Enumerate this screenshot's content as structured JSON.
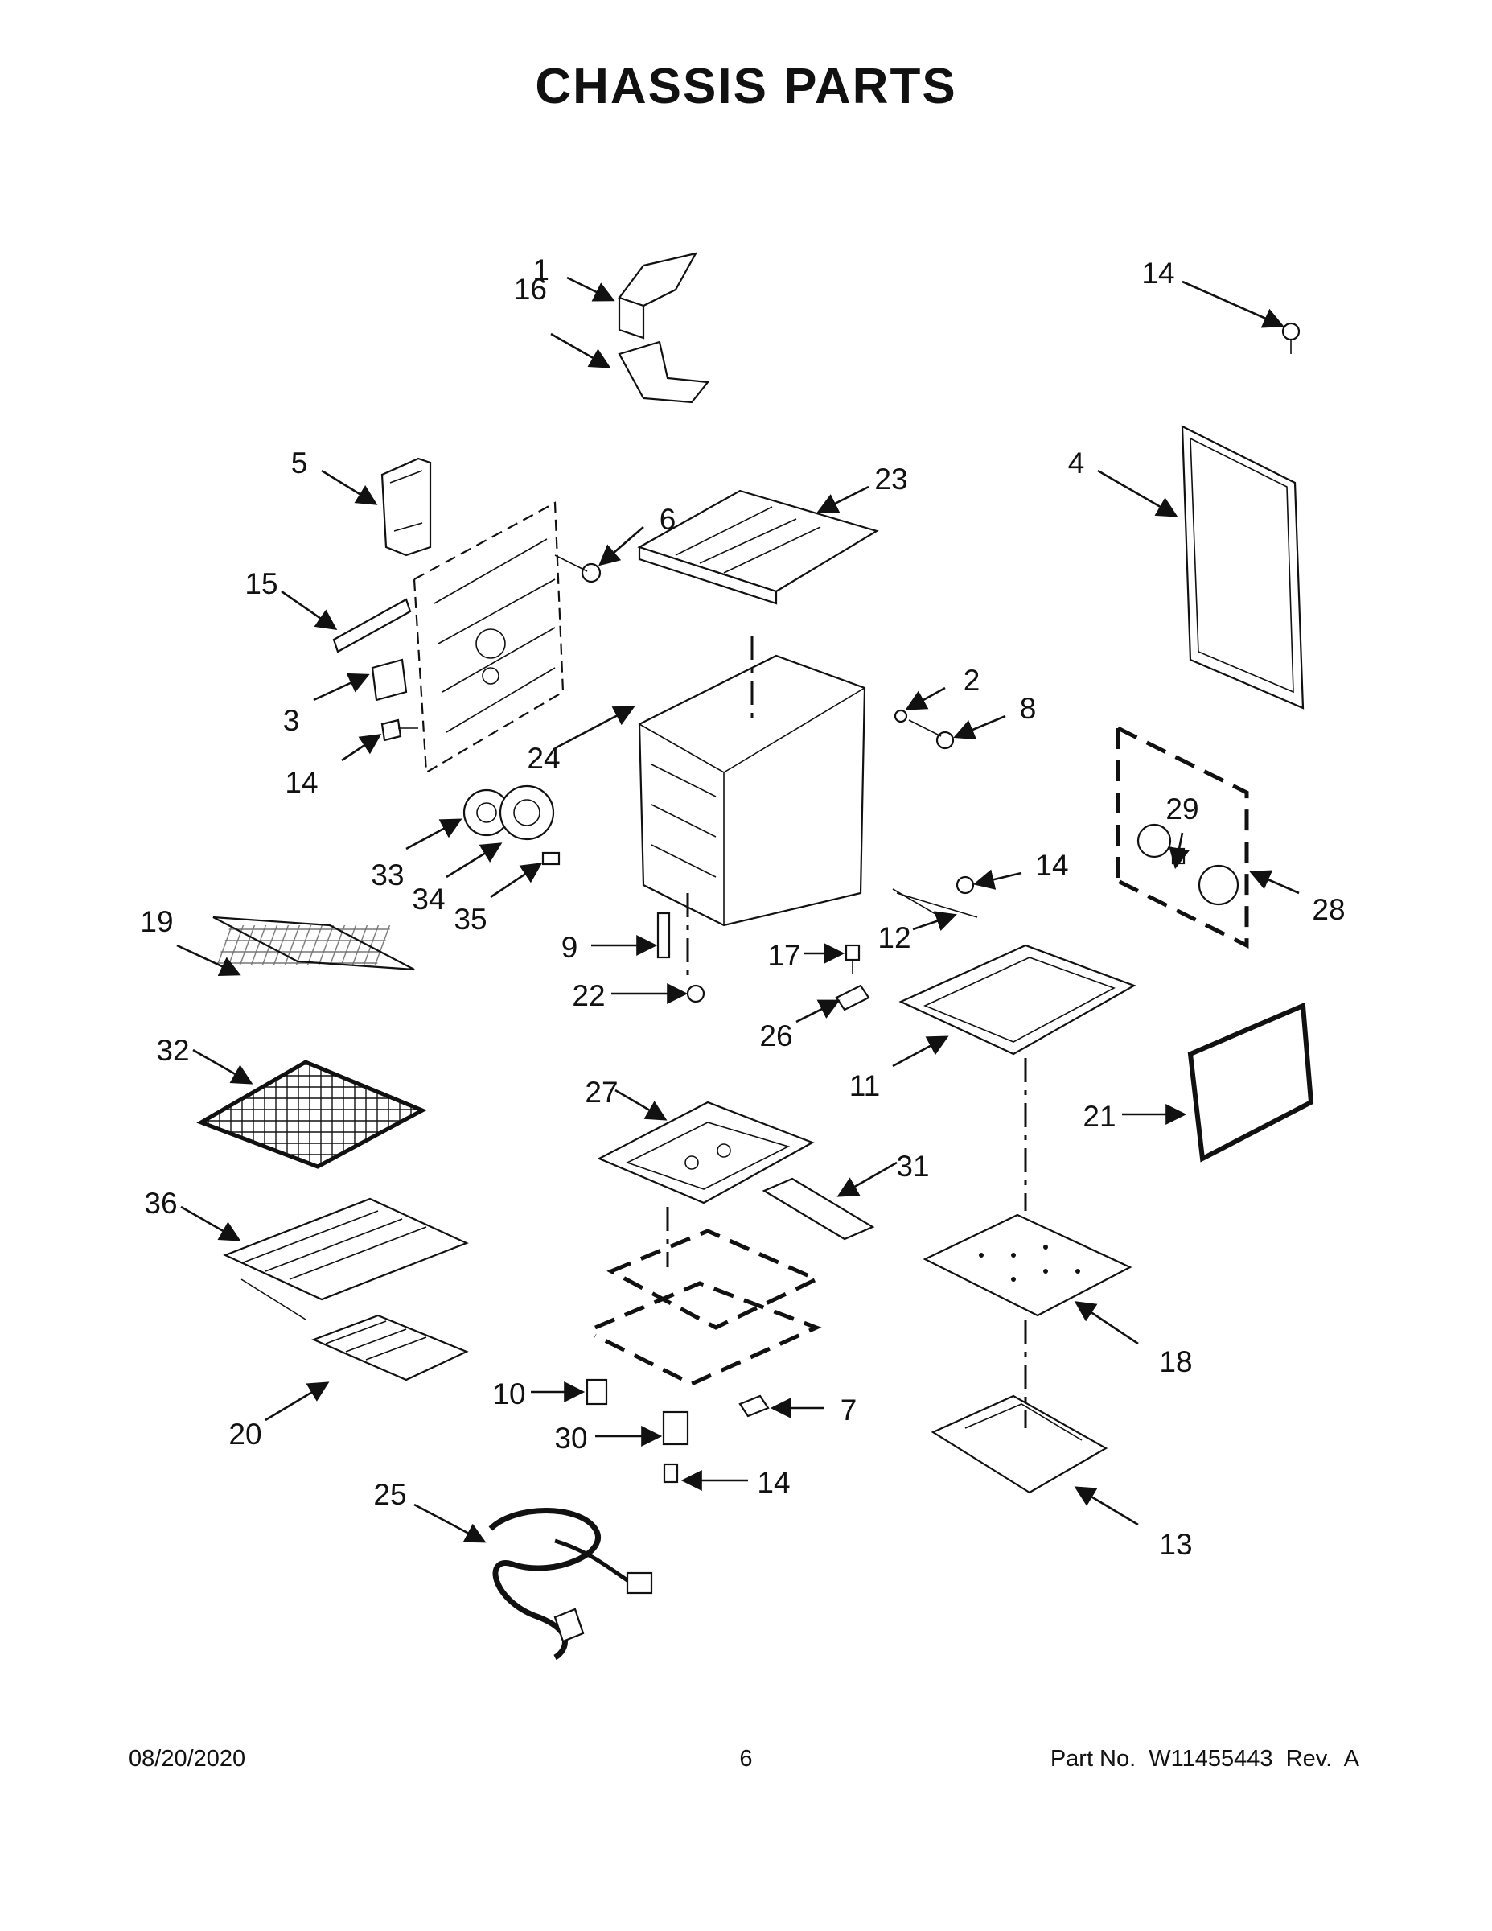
{
  "title": "CHASSIS PARTS",
  "callouts": [
    "1",
    "16",
    "14",
    "4",
    "5",
    "23",
    "6",
    "15",
    "2",
    "8",
    "3",
    "24",
    "14",
    "29",
    "28",
    "33",
    "34",
    "35",
    "14",
    "19",
    "9",
    "17",
    "12",
    "22",
    "26",
    "32",
    "11",
    "21",
    "27",
    "31",
    "36",
    "18",
    "10",
    "7",
    "20",
    "30",
    "14",
    "25",
    "13"
  ],
  "footer": {
    "date": "08/20/2020",
    "page": "6",
    "part_no": "Part No.  W11455443  Rev.  A"
  }
}
